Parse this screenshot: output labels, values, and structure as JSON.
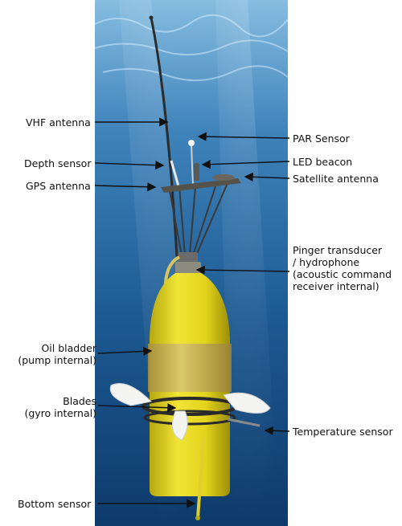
{
  "labels": {
    "vhf_antenna": "VHF antenna",
    "depth_sensor": "Depth sensor",
    "gps_antenna": "GPS antenna",
    "oil_bladder_1": "Oil bladder",
    "oil_bladder_2": "(pump internal)",
    "blades_1": "Blades",
    "blades_2": "(gyro internal)",
    "bottom_sensor": "Bottom sensor",
    "par_sensor": "PAR Sensor",
    "led_beacon": "LED beacon",
    "satellite_antenna": "Satellite antenna",
    "pinger_1": "Pinger transducer",
    "pinger_2": "/ hydrophone",
    "pinger_3": "(acoustic command",
    "pinger_4": "receiver internal)",
    "temperature_sensor": "Temperature sensor"
  },
  "colors": {
    "water_top": "#7fb6d9",
    "water_bottom": "#0f3f73",
    "body_yellow": "#e3d41e",
    "bladder": "#c9b455",
    "antenna": "#2c2c2c"
  }
}
